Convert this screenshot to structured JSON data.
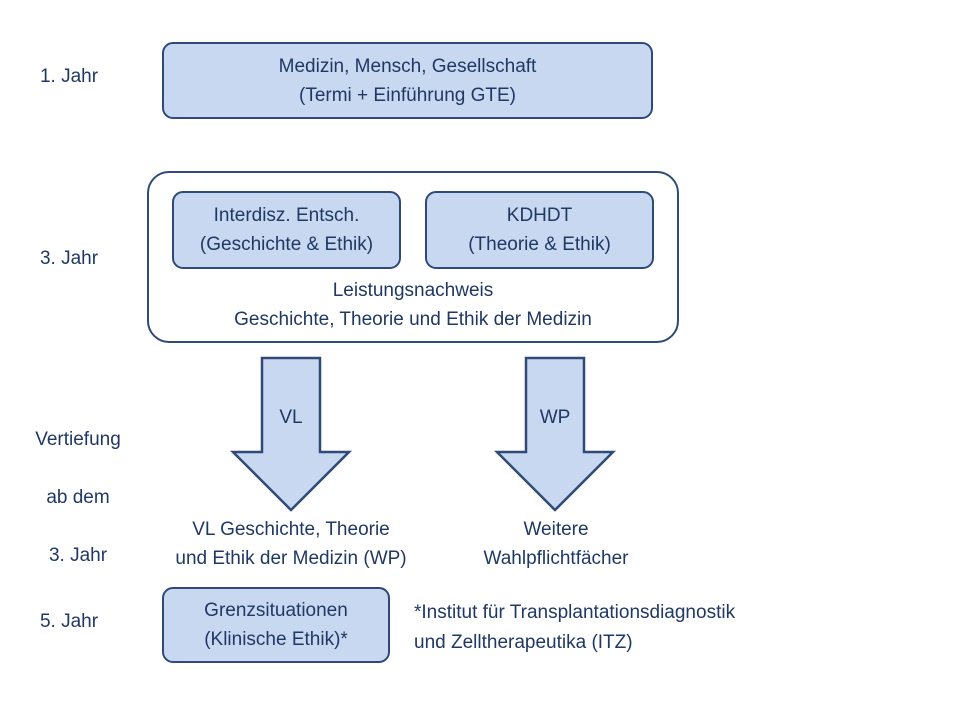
{
  "years": {
    "year1": "1. Jahr",
    "year3": "3. Jahr",
    "vertiefung": [
      "Vertiefung",
      "ab dem",
      "3. Jahr"
    ],
    "year5": "5. Jahr"
  },
  "box_mmg": {
    "line1": "Medizin, Mensch, Gesellschaft",
    "line2": "(Termi + Einführung GTE)"
  },
  "box_interdisz": {
    "line1": "Interdisz. Entsch.",
    "line2": "(Geschichte & Ethik)"
  },
  "box_kdhdt": {
    "line1": "KDHDT",
    "line2": "(Theorie & Ethik)"
  },
  "leistungsnachweis": {
    "line1": "Leistungsnachweis",
    "line2": "Geschichte, Theorie und Ethik der Medizin"
  },
  "arrow_vl": {
    "label": "VL"
  },
  "arrow_wp": {
    "label": "WP"
  },
  "target_vl": {
    "line1": "VL Geschichte, Theorie",
    "line2": "und Ethik der Medizin (WP)"
  },
  "target_wp": {
    "line1": "Weitere",
    "line2": "Wahlpflichtfächer"
  },
  "box_grenz": {
    "line1": "Grenzsituationen",
    "line2": "(Klinische Ethik)*"
  },
  "footnote": {
    "line1": "*Institut für Transplantationsdiagnostik",
    "line2": "und Zelltherapeutika (ITZ)"
  },
  "colors": {
    "box_fill": "#c8d8f0",
    "border": "#2f4a78",
    "text": "#1f3864"
  }
}
